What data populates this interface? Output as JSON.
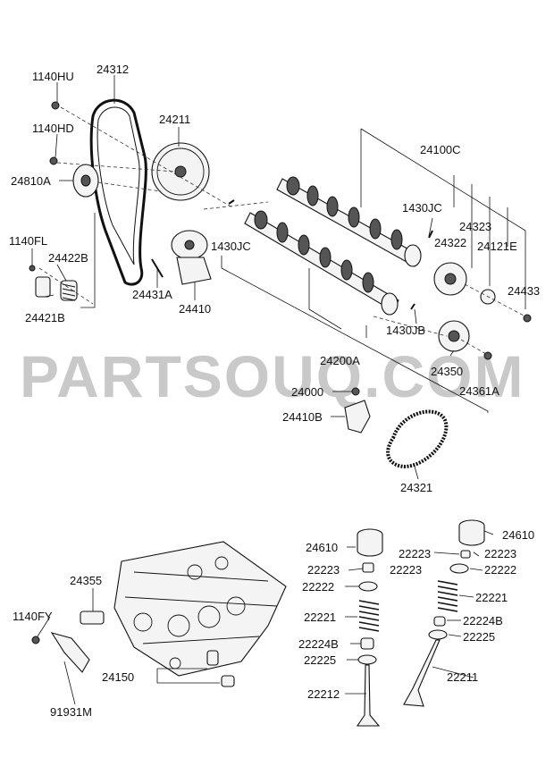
{
  "watermark": "PARTSOUQ.COM",
  "labels": {
    "l_1140HU": "1140HU",
    "l_24312": "24312",
    "l_1140HD": "1140HD",
    "l_24211": "24211",
    "l_24810A": "24810A",
    "l_24100C": "24100C",
    "l_1140FL": "1140FL",
    "l_24422B": "24422B",
    "l_1430JC_a": "1430JC",
    "l_24323": "24323",
    "l_1430JC_b": "1430JC",
    "l_24322": "24322",
    "l_24121E": "24121E",
    "l_24431A": "24431A",
    "l_24433": "24433",
    "l_24421B": "24421B",
    "l_24410": "24410",
    "l_1430JB": "1430JB",
    "l_24200A": "24200A",
    "l_24350": "24350",
    "l_24000": "24000",
    "l_24361A": "24361A",
    "l_24410B": "24410B",
    "l_24321": "24321",
    "l_24610_l": "24610",
    "l_24610_r": "24610",
    "l_22223_a": "22223",
    "l_22223_b": "22223",
    "l_22223_c": "22223",
    "l_22223_d": "22223",
    "l_22222_l": "22222",
    "l_22222_r": "22222",
    "l_24355": "24355",
    "l_22221_r": "22221",
    "l_22221_l": "22221",
    "l_1140FY": "1140FY",
    "l_22224B_r": "22224B",
    "l_22225_r": "22225",
    "l_22224B_l": "22224B",
    "l_22225_l": "22225",
    "l_24150": "24150",
    "l_22211": "22211",
    "l_22212": "22212",
    "l_91931M": "91931M"
  }
}
